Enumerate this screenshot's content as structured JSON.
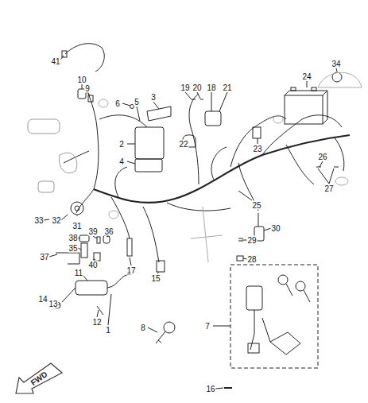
{
  "diagram": {
    "nodes": [
      {
        "text": [
          "FWD"
        ]
      }
    ],
    "labels": [
      "41",
      "10",
      "9",
      "19",
      "20",
      "18",
      "21",
      "24",
      "34",
      "6",
      "5",
      "3",
      "2",
      "4",
      "22",
      "23",
      "26",
      "27",
      "25",
      "33",
      "32",
      "31",
      "38",
      "39",
      "36",
      "35",
      "37",
      "40",
      "17",
      "15",
      "29",
      "28",
      "30",
      "11",
      "14",
      "13",
      "12",
      "1",
      "8",
      "7",
      "16"
    ]
  }
}
